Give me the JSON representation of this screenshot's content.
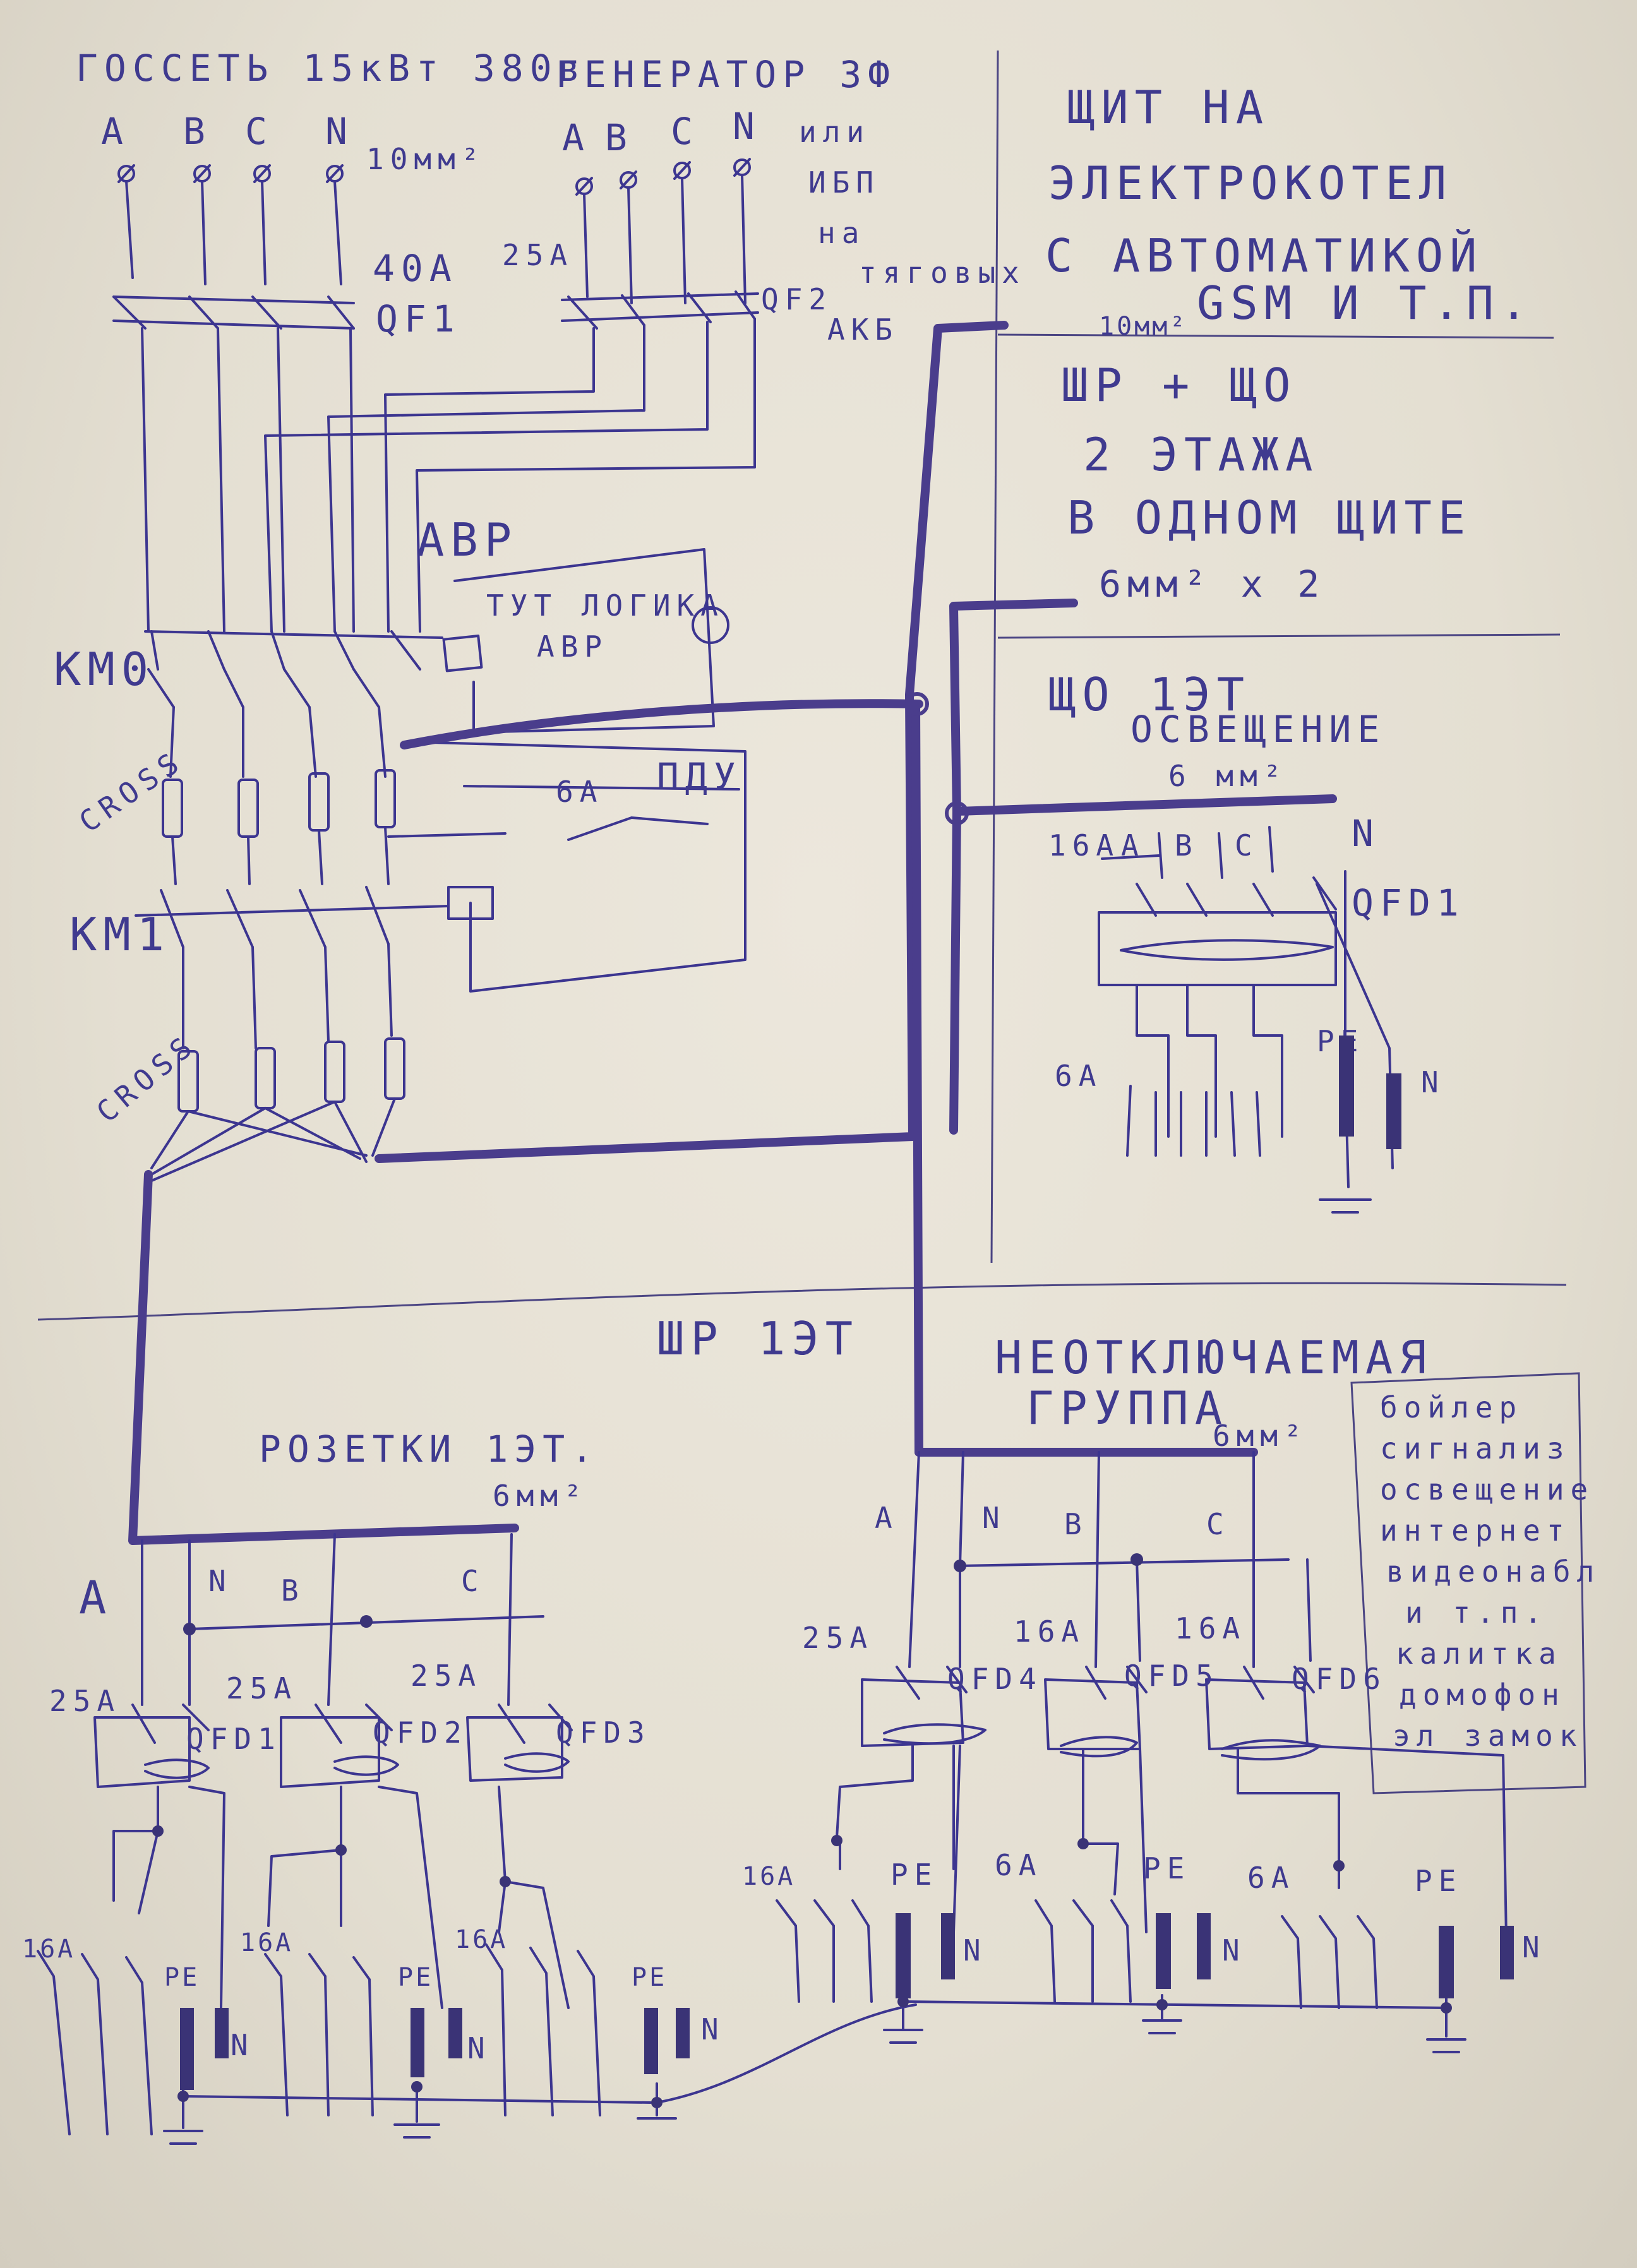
{
  "header": {
    "grid_title": "ГОССЕТЬ 15кВт 380в",
    "grid_phases": [
      "A",
      "B",
      "C",
      "N"
    ],
    "grid_cable": "10мм²",
    "generator_title": "ГЕНЕРАТОР 3Ф",
    "generator_phases": [
      "A",
      "B",
      "C",
      "N"
    ],
    "generator_alt": [
      "или",
      "ИБП",
      "на",
      "тяговых",
      "АКБ"
    ]
  },
  "breakers_in": {
    "qf1_rating": "40А",
    "qf1_name": "QF1",
    "qf2_rating": "25А",
    "qf2_name": "QF2"
  },
  "avr": {
    "title": "АВР",
    "logic": [
      "ТУТ ЛОГИКА",
      "АВР"
    ],
    "km0": "КМ0",
    "km1": "КМ1",
    "cross_top": "CROSS",
    "cross_bottom": "CROSS",
    "pdu_rating": "6А",
    "pdu": "ПДУ"
  },
  "right_panels": {
    "boiler": [
      "ЩИТ НА",
      "ЭЛЕКТРОКОТЕЛ",
      "С АВТОМАТИКОЙ",
      "GSM И Т.П."
    ],
    "boiler_cable": "10мм²",
    "floor2": [
      "ШР + ЩО",
      "2 ЭТАЖА",
      "В ОДНОМ ЩИТЕ"
    ],
    "floor2_cable": "6мм² х 2",
    "lighting_title": "ЩО 1ЭТ",
    "lighting_sub": "ОСВЕЩЕНИЕ",
    "lighting_cable": "6 мм²",
    "lighting_rating": "16А",
    "lighting_phases": [
      "A",
      "B",
      "C",
      "N"
    ],
    "lighting_rcd": "QFD1",
    "lighting_branch": "6А",
    "lighting_pe": "PE",
    "lighting_n": "N"
  },
  "bottom": {
    "panel_title": "ШР 1ЭТ",
    "sockets_title": "РОЗЕТКИ 1ЭТ.",
    "sockets_cable": "6мм²",
    "sockets_bus": [
      "A",
      "N",
      "B",
      "C"
    ],
    "sockets_rcds": [
      {
        "rating": "25А",
        "name": "QFD1",
        "branch": "16А",
        "pe": "PE",
        "n": "N"
      },
      {
        "rating": "25А",
        "name": "QFD2",
        "branch": "16А",
        "pe": "PE",
        "n": "N"
      },
      {
        "rating": "25А",
        "name": "QFD3",
        "branch": "16А",
        "pe": "PE",
        "n": "N"
      }
    ],
    "nonswitch_title": [
      "НЕОТКЛЮЧАЕМАЯ",
      "ГРУППА"
    ],
    "nonswitch_cable": "6мм²",
    "nonswitch_bus": [
      "A",
      "N",
      "B",
      "C"
    ],
    "nonswitch_rcds": [
      {
        "rating": "25А",
        "name": "QFD4",
        "branch": "16А",
        "pe": "PE",
        "n": "N"
      },
      {
        "rating": "16А",
        "name": "QFD5",
        "branch": "6А",
        "pe": "PE",
        "n": "N"
      },
      {
        "rating": "16А",
        "name": "QFD6",
        "branch": "6А",
        "pe": "PE",
        "n": "N"
      }
    ],
    "loads": [
      "бойлер",
      "сигнализ",
      "освещение",
      "интернет",
      "видеонабл",
      "и т.п.",
      "калитка",
      "домофон",
      "эл замок"
    ]
  }
}
